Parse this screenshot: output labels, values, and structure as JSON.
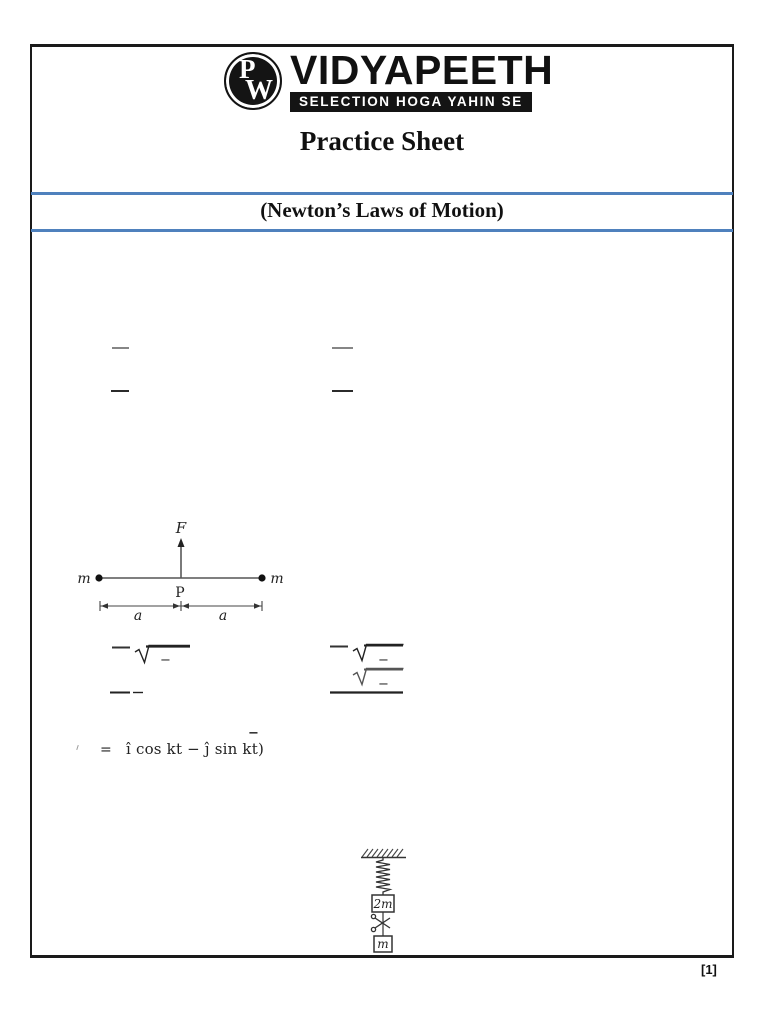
{
  "colors": {
    "accent_blue": "#4f81bd",
    "ink": "#151515"
  },
  "header": {
    "logo_letter_top": "P",
    "logo_letter_bottom": "W",
    "brand": "VIDYAPEETH",
    "tagline": "SELECTION HOGA YAHIN SE",
    "title": "Practice Sheet",
    "section": "(Newton’s Laws of Motion)"
  },
  "rod_diagram": {
    "force_label": "F",
    "mass_left_label": "m",
    "mass_right_label": "m",
    "point_label": "P",
    "dist_left_label": "a",
    "dist_right_label": "a"
  },
  "sqrt_left_fragment": {
    "minus": "−"
  },
  "sqrt_right_fragment": {
    "minus_top": "−",
    "minus_bottom": "−"
  },
  "equation": {
    "equals": "=",
    "body": "î cos kt − ĵ sin kt)",
    "superscript": "−"
  },
  "spring_diagram": {
    "upper_block_label": "2m",
    "lower_block_label": "m",
    "scissors_icon": "scissors"
  },
  "footer": {
    "page_number": "[1]"
  }
}
